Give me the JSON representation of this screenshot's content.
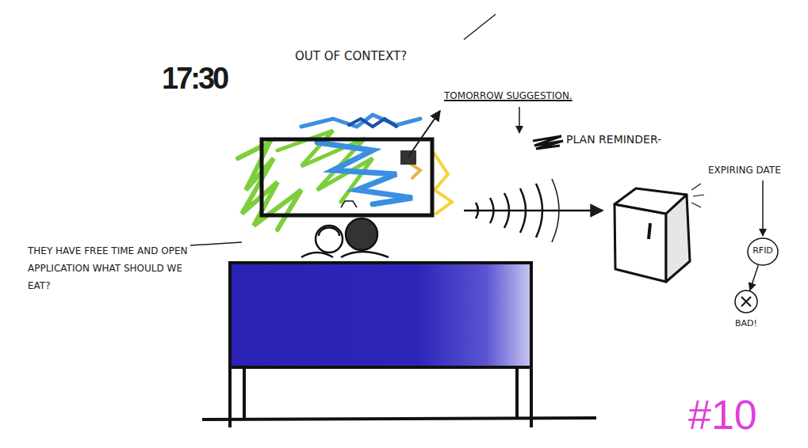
{
  "diagram": {
    "nodes": [
      {
        "text": [
          "RFID"
        ]
      },
      {
        "text": [
          "BAD!"
        ]
      }
    ],
    "edges": [
      {
        "from": 0,
        "to": 1,
        "arrow": "to"
      }
    ],
    "labels": [
      "17:30",
      "OUT OF CONTEXT?",
      "TOMORROW SUGGESTION.",
      "PLAN REMINDER-",
      "THEY HAVE FREE TIME AND OPEN APPLICATION WHAT SHOULD WE EAT?",
      "EXPIRING DATE",
      "#10"
    ]
  }
}
